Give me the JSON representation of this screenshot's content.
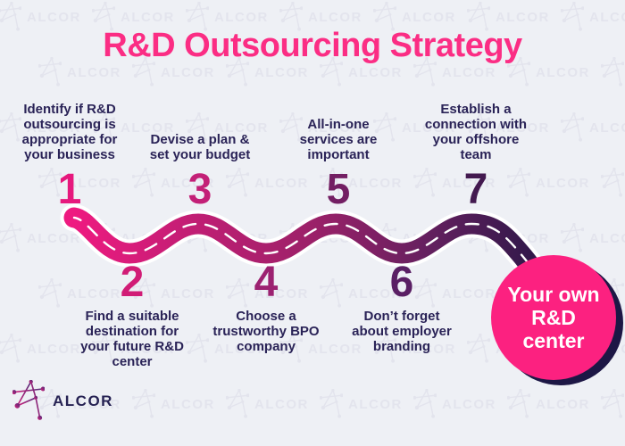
{
  "canvas": {
    "background_color": "#eef0f5"
  },
  "watermark": {
    "text": "ALCOR",
    "color": "#e3e4ed"
  },
  "title": {
    "text": "R&D Outsourcing Strategy",
    "color": "#fb2d84"
  },
  "step_text_color": "#2a2357",
  "steps": [
    {
      "number": "1",
      "label": "Identify if R&D\noutsourcing is\nappropriate for\nyour business",
      "number_color": "#e6187d"
    },
    {
      "number": "2",
      "label": "Find a suitable\ndestination for\nyour future R&D\ncenter",
      "number_color": "#d11c76"
    },
    {
      "number": "3",
      "label": "Devise a plan &\nset your budget",
      "number_color": "#c32077"
    },
    {
      "number": "4",
      "label": "Choose a\ntrustworthy BPO\ncompany",
      "number_color": "#9c2271"
    },
    {
      "number": "5",
      "label": "All-in-one\nservices are\nimportant",
      "number_color": "#731f63"
    },
    {
      "number": "6",
      "label": "Don’t forget\nabout employer\nbranding",
      "number_color": "#5a1f64"
    },
    {
      "number": "7",
      "label": "Establish a\nconnection with\nyour offshore\nteam",
      "number_color": "#43194f"
    }
  ],
  "road": {
    "gradient": [
      "#ee1a80",
      "#c11e74",
      "#9c2169",
      "#64205f",
      "#2b1747"
    ],
    "casing_color": "#ffffff",
    "dash_color": "#ffffff"
  },
  "goal": {
    "text": "Your own\nR&D\ncenter",
    "circle_color": "#fc2180",
    "shadow_color": "#1d1745",
    "text_color": "#ffffff"
  },
  "logo": {
    "text": "ALCOR",
    "text_color": "#262253",
    "icon_colors": [
      "#d6217c",
      "#4b2a77"
    ]
  }
}
